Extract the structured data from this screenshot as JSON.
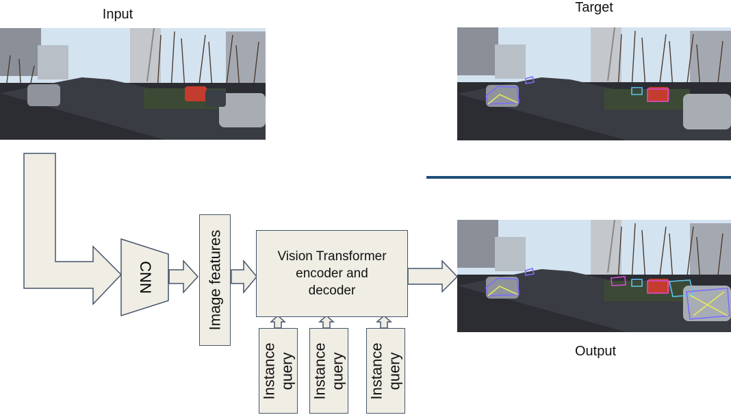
{
  "labels": {
    "input": "Input",
    "target": "Target",
    "output": "Output"
  },
  "blocks": {
    "cnn": "CNN",
    "image_features": "Image features",
    "transformer": "Vision Transformer\nencoder and\ndecoder",
    "instance_query": "Instance\nquery"
  },
  "colors": {
    "box_fill": "#efede4",
    "box_border": "#44546a",
    "divider": "#1f4e79",
    "sky": "#cfe0ef",
    "road": "#2b2d33"
  }
}
